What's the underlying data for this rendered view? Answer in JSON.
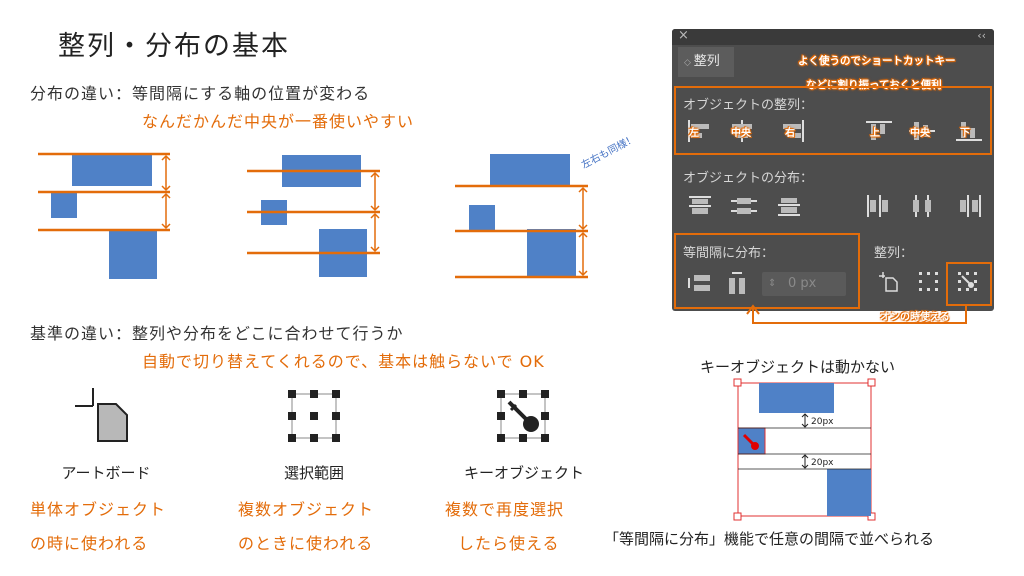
{
  "title": "整列・分布の基本",
  "distribution": {
    "heading": "分布の違い：等間隔にする軸の位置が変わる",
    "note": "なんだかんだ中央が一番使いやすい"
  },
  "side_note": "左右も同様！",
  "basis": {
    "heading": "基準の違い：整列や分布をどこに合わせて行うか",
    "note": "自動で切り替えてくれるので、基本は触らないで OK"
  },
  "icons": [
    {
      "label": "アートボード",
      "desc1": "単体オブジェクト",
      "desc2": "の時に使われる"
    },
    {
      "label": "選択範囲",
      "desc1": "複数オブジェクト",
      "desc2": "のときに使われる"
    },
    {
      "label": "キーオブジェクト",
      "desc1": "複数で再度選択",
      "desc2": "したら使える"
    }
  ],
  "panel": {
    "close": "×",
    "collapse": "‹‹",
    "tab": "整列",
    "callout1": "よく使うのでショートカットキー",
    "callout2": "などに割り振っておくと便利",
    "align_title": "オブジェクトの整列：",
    "align_labels": [
      "左",
      "中央",
      "右",
      "上",
      "中央",
      "下"
    ],
    "distribute_title": "オブジェクトの分布：",
    "spacing_title": "等間隔に分布：",
    "align_to_title": "整列：",
    "px_value": "0 px",
    "on_label": "オンの時使える"
  },
  "key_example": {
    "heading": "キーオブジェクトは動かない",
    "gap1": "20px",
    "gap2": "20px",
    "caption": "「等間隔に分布」機能で任意の間隔で並べられる"
  },
  "colors": {
    "accent": "#e36c0a",
    "box": "#4f81c7",
    "panel": "#4d4d4d",
    "key_red": "#e00000",
    "selection": "#e03030"
  }
}
